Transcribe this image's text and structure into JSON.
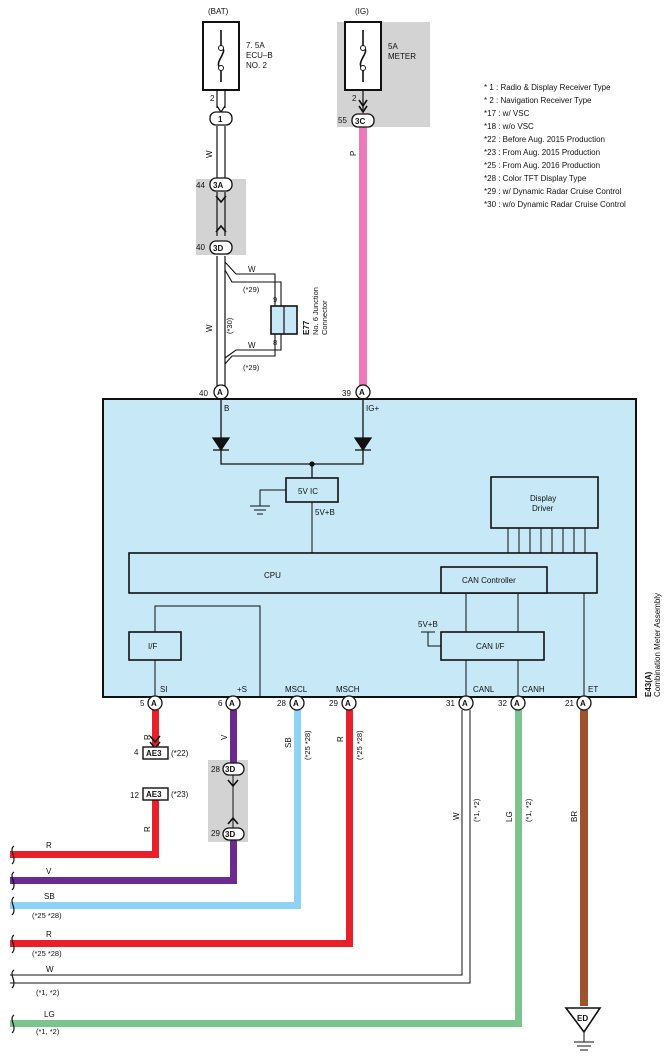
{
  "sources": {
    "bat": {
      "label": "(BAT)",
      "fuse": [
        "7. 5A",
        "ECU–B",
        "NO. 2"
      ],
      "pin": "2"
    },
    "ig": {
      "label": "(IG)",
      "fuse": [
        "5A",
        "METER"
      ],
      "pin": "2"
    }
  },
  "connectors": {
    "c1": "1",
    "c3a": "3A",
    "c3a_pin": "44",
    "c3d_top": "3D",
    "c3d_top_pin": "40",
    "c3c": "3C",
    "c3c_pin": "55",
    "a40": "A",
    "a40_pin": "40",
    "a39": "A",
    "a39_pin": "39",
    "ae3_a": "AE3",
    "ae3_a_pin": "4",
    "ae3_a_note": "(*22)",
    "ae3_b": "AE3",
    "ae3_b_pin": "12",
    "ae3_b_note": "(*23)",
    "c3d_m1": "3D",
    "c3d_m1_pin": "28",
    "c3d_m2": "3D",
    "c3d_m2_pin": "29",
    "ground": "ED"
  },
  "wires": {
    "w_bat": "W",
    "p_ig": "P",
    "w_jc_top": "W",
    "w_jc_note_top": "(*29)",
    "w_jc_bottom": "W",
    "w_jc_note_bottom": "(*29)",
    "w_30": "W",
    "w_30_note": "(*30)",
    "r_si": "R",
    "r_si2": "R",
    "v_s": "V",
    "sb_mscl": "SB",
    "sb_note": "(*25 *28)",
    "r_msch": "R",
    "r_note": "(*25 *28)",
    "w_canl": "W",
    "w_canl_note": "(*1, *2)",
    "lg_canh": "LG",
    "lg_canh_note": "(*1, *2)",
    "br_et": "BR"
  },
  "junction": {
    "code": "E77",
    "name": "No. 6 Junction",
    "name2": "Connector",
    "pin_top": "9",
    "pin_bottom": "8"
  },
  "meter": {
    "code": "E43(A)",
    "name": "Combination Meter Assembly",
    "pin_b": "B",
    "pin_ig": "IG+",
    "ic": "5V IC",
    "ic_out": "5V+B",
    "display": [
      "Display",
      "Driver"
    ],
    "cpu": "CPU",
    "can_controller": "CAN Controller",
    "can_if": "CAN I/F",
    "can_if_supply": "5V+B",
    "if": "I/F",
    "pins": [
      {
        "label": "SI",
        "num": "5",
        "conn": "A"
      },
      {
        "label": "+S",
        "num": "6",
        "conn": "A"
      },
      {
        "label": "MSCL",
        "num": "28",
        "conn": "A"
      },
      {
        "label": "MSCH",
        "num": "29",
        "conn": "A"
      },
      {
        "label": "CANL",
        "num": "31",
        "conn": "A"
      },
      {
        "label": "CANH",
        "num": "32",
        "conn": "A"
      },
      {
        "label": "ET",
        "num": "21",
        "conn": "A"
      }
    ]
  },
  "notes": [
    "* 1 : Radio & Display Receiver Type",
    "* 2 : Navigation Receiver Type",
    "*17 : w/ VSC",
    "*18 : w/o VSC",
    "*22 : Before Aug.  2015 Production",
    "*23 : From Aug.  2015 Production",
    "*25 : From Aug.  2016 Production",
    "*28 : Color TFT Display Type",
    "*29 : w/ Dynamic Radar Cruise Control",
    "*30 : w/o Dynamic Radar Cruise Control"
  ],
  "outputs": [
    {
      "color": "R",
      "note": ""
    },
    {
      "color": "V",
      "note": ""
    },
    {
      "color": "SB",
      "note": "(*25 *28)"
    },
    {
      "color": "R",
      "note": "(*25 *28)"
    },
    {
      "color": "W",
      "note": "(*1, *2)"
    },
    {
      "color": "LG",
      "note": "(*1, *2)"
    }
  ],
  "colors": {
    "red": "#e8202a",
    "violet": "#6a2a8e",
    "skyblue": "#8fd3f4",
    "pink": "#ef79b8",
    "lightgreen": "#7cc48e",
    "brown": "#a0522d",
    "module": "#c6e8f7",
    "shade": "#d3d3d3"
  }
}
